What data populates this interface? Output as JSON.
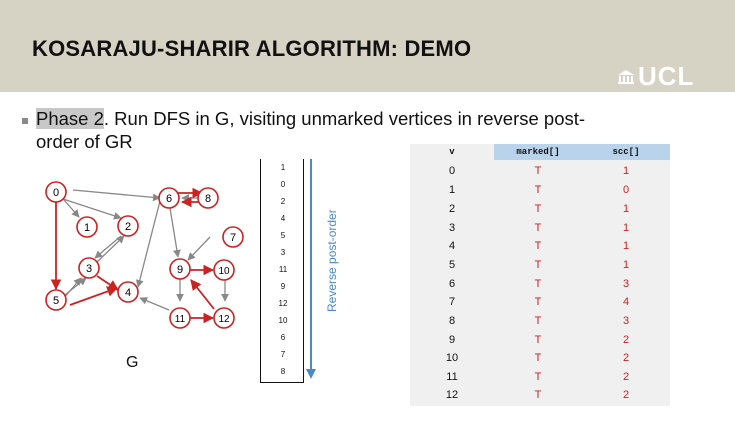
{
  "header": {
    "title": "KOSARAJU-SHARIR ALGORITHM: DEMO",
    "logo_text": "UCL"
  },
  "body": {
    "phase_label": "Phase 2",
    "line1_rest": ". Run DFS in G, visiting unmarked vertices in reverse post-",
    "line2": "order of GR"
  },
  "graph": {
    "label": "G",
    "nodes": [
      "0",
      "1",
      "2",
      "3",
      "4",
      "5",
      "6",
      "7",
      "8",
      "9",
      "10",
      "11",
      "12"
    ]
  },
  "stack": {
    "items": [
      "1",
      "0",
      "2",
      "4",
      "5",
      "3",
      "11",
      "9",
      "12",
      "10",
      "6",
      "7",
      "8"
    ],
    "label": "Reverse post-order"
  },
  "table": {
    "headers": [
      "v",
      "marked[]",
      "scc[]"
    ],
    "rows": [
      [
        "0",
        "T",
        "1"
      ],
      [
        "1",
        "T",
        "0"
      ],
      [
        "2",
        "T",
        "1"
      ],
      [
        "3",
        "T",
        "1"
      ],
      [
        "4",
        "T",
        "1"
      ],
      [
        "5",
        "T",
        "1"
      ],
      [
        "6",
        "T",
        "3"
      ],
      [
        "7",
        "T",
        "4"
      ],
      [
        "8",
        "T",
        "3"
      ],
      [
        "9",
        "T",
        "2"
      ],
      [
        "10",
        "T",
        "2"
      ],
      [
        "11",
        "T",
        "2"
      ],
      [
        "12",
        "T",
        "2"
      ]
    ]
  },
  "colors": {
    "header_bg": "#d6d2c4",
    "red": "#cc2222",
    "blue": "#4a8ac9",
    "table_header": "#b9d3ea"
  }
}
